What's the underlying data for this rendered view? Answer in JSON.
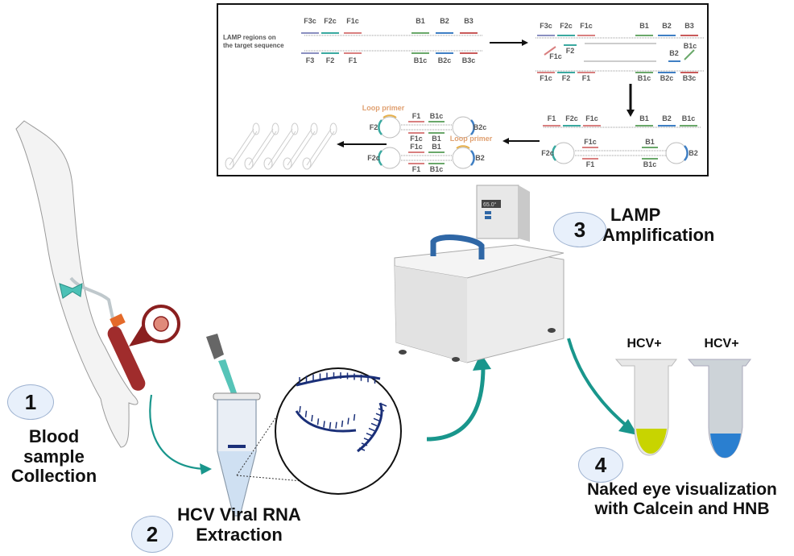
{
  "lamp_panel": {
    "intro_label_line1": "LAMP regions on",
    "intro_label_line2": "the target sequence",
    "top_strand_regions": [
      "F3c",
      "F2c",
      "F1c",
      "B1",
      "B2",
      "B3"
    ],
    "bottom_strand_regions": [
      "F3",
      "F2",
      "F1",
      "B1c",
      "B2c",
      "B3c"
    ],
    "step2_top": [
      "F3c",
      "F2c",
      "F1c",
      "B1",
      "B2",
      "B3"
    ],
    "step2_mid_left": [
      "F1c",
      "F2"
    ],
    "step2_mid_right": [
      "B1c",
      "B2"
    ],
    "step2_bottom": [
      "F1c",
      "F2",
      "F1",
      "B1c",
      "B2c",
      "B3c"
    ],
    "step3_strand": [
      "F1",
      "F2c",
      "F1c",
      "B1",
      "B2",
      "B1c"
    ],
    "dumbbell_right": {
      "left_loop": "F2c",
      "top": [
        "F1c",
        "B1"
      ],
      "bottom": [
        "F1",
        "B1c"
      ],
      "right_loop": "B2"
    },
    "dumbbell_upper": {
      "left_loop": "F2",
      "top": [
        "F1",
        "B1c"
      ],
      "bottom": [
        "F1c",
        "B1"
      ],
      "right_loop": "B2c",
      "primer": "Loop primer"
    },
    "dumbbell_lower": {
      "left_loop": "F2c",
      "top": [
        "F1c",
        "B1"
      ],
      "bottom": [
        "F1",
        "B1c"
      ],
      "right_loop": "B2",
      "primer": "Loop primer"
    },
    "region_colors": {
      "F3": "#8a8fc0",
      "F2": "#3aa9a0",
      "F1": "#d98080",
      "B1": "#6aa86a",
      "B2": "#3f7fc4",
      "B3": "#c95a5a"
    }
  },
  "steps": [
    {
      "number": "1",
      "title_lines": [
        "Blood",
        "sample",
        "Collection"
      ]
    },
    {
      "number": "2",
      "title_lines": [
        "HCV Viral RNA",
        "Extraction"
      ]
    },
    {
      "number": "3",
      "title_lines": [
        "LAMP",
        "Amplification"
      ]
    },
    {
      "number": "4",
      "title_lines": [
        "Naked eye visualization",
        "with Calcein and HNB"
      ]
    }
  ],
  "water_bath": {
    "display": "65.0°"
  },
  "tubes": [
    {
      "label": "HCV+",
      "color": "#c8d400",
      "dye": "Calcein"
    },
    {
      "label": "HCV+",
      "color": "#2a7fd0",
      "dye": "HNB"
    }
  ],
  "colors": {
    "arrow": "#19968c",
    "badge_fill": "#e8f0fb",
    "rna": "#1a2f78",
    "blood": "#9b2a2a"
  }
}
